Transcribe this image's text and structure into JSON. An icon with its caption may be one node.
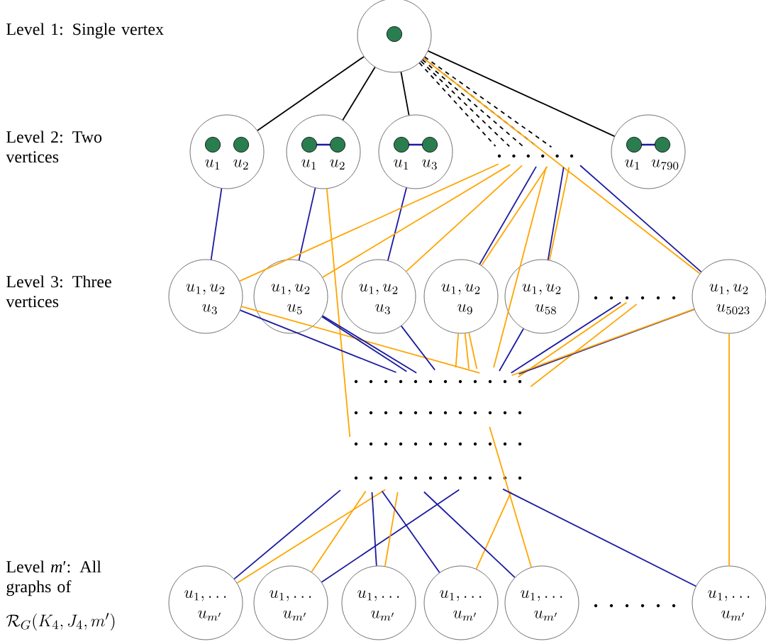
{
  "diagram": {
    "nodes": [
      {
        "text": [],
        "shape": "circle"
      },
      {
        "text": [
          "u_1",
          "u_2"
        ]
      },
      {
        "text": [
          "u_1",
          "u_2"
        ]
      },
      {
        "text": [
          "u_1",
          "u_3"
        ]
      },
      {
        "text": [
          "u_1",
          "u_{790}"
        ]
      },
      {
        "text": [
          "u_1, u_2",
          "u_3"
        ]
      },
      {
        "text": [
          "u_1, u_2",
          "u_5"
        ]
      },
      {
        "text": [
          "u_1, u_2",
          "u_3"
        ]
      },
      {
        "text": [
          "u_1, u_2",
          "u_9"
        ]
      },
      {
        "text": [
          "u_1, u_2",
          "u_{58}"
        ]
      },
      {
        "text": [
          "u_1, u_2",
          "u_{5023}"
        ]
      },
      {
        "text": [
          "u_1, \\dots",
          "u_{m'}"
        ]
      },
      {
        "text": [
          "u_1, \\dots",
          "u_{m'}"
        ]
      },
      {
        "text": [
          "u_1, \\dots",
          "u_{m'}"
        ]
      },
      {
        "text": [
          "u_1, \\dots",
          "u_{m'}"
        ]
      },
      {
        "text": [
          "u_1, \\dots",
          "u_{m'}"
        ]
      },
      {
        "text": [
          "u_1, \\dots",
          "u_{m'}"
        ]
      }
    ],
    "edges": [
      {
        "from": 0,
        "to": 1,
        "arrow": "none",
        "color": "#000000"
      },
      {
        "from": 0,
        "to": 2,
        "arrow": "none",
        "color": "#000000"
      },
      {
        "from": 0,
        "to": 3,
        "arrow": "none",
        "color": "#000000"
      },
      {
        "from": 0,
        "to": 4,
        "arrow": "none",
        "color": "#000000"
      },
      {
        "from": 0,
        "to": null,
        "arrow": "none",
        "style": "dashed",
        "color": "#000000"
      },
      {
        "from": 0,
        "to": null,
        "arrow": "none",
        "style": "dashed",
        "color": "#000000"
      },
      {
        "from": 0,
        "to": null,
        "arrow": "none",
        "style": "dashed",
        "color": "#000000"
      },
      {
        "from": 0,
        "to": null,
        "arrow": "none",
        "style": "dashed",
        "color": "#000000"
      },
      {
        "from": 0,
        "to": null,
        "arrow": "none",
        "style": "dashed",
        "color": "#000000"
      },
      {
        "from": 0,
        "to": 10,
        "arrow": "none",
        "color": "#ffa500"
      },
      {
        "from": 1,
        "to": 5,
        "arrow": "none",
        "color": "#1a1aa0"
      },
      {
        "from": 2,
        "to": 6,
        "arrow": "none",
        "color": "#1a1aa0"
      },
      {
        "from": 3,
        "to": 7,
        "arrow": "none",
        "color": "#1a1aa0"
      },
      {
        "from": null,
        "to": 5,
        "arrow": "none",
        "color": "#ffa500"
      },
      {
        "from": null,
        "to": 6,
        "arrow": "none",
        "color": "#ffa500"
      },
      {
        "from": null,
        "to": 7,
        "arrow": "none",
        "color": "#ffa500"
      },
      {
        "from": null,
        "to": 8,
        "arrow": "none",
        "color": "#1a1aa0"
      },
      {
        "from": null,
        "to": 8,
        "arrow": "none",
        "color": "#ffa500"
      },
      {
        "from": null,
        "to": 9,
        "arrow": "none",
        "color": "#1a1aa0"
      },
      {
        "from": null,
        "to": 9,
        "arrow": "none",
        "color": "#ffa500"
      },
      {
        "from": null,
        "to": 10,
        "arrow": "none",
        "color": "#1a1aa0"
      },
      {
        "from": 2,
        "to": null,
        "arrow": "none",
        "color": "#ffa500"
      },
      {
        "from": 5,
        "to": null,
        "arrow": "none",
        "color": "#1a1aa0"
      },
      {
        "from": 5,
        "to": null,
        "arrow": "none",
        "color": "#ffa500"
      },
      {
        "from": 6,
        "to": null,
        "arrow": "none",
        "color": "#1a1aa0"
      },
      {
        "from": 6,
        "to": null,
        "arrow": "none",
        "color": "#1a1aa0"
      },
      {
        "from": 7,
        "to": null,
        "arrow": "none",
        "color": "#1a1aa0"
      },
      {
        "from": 8,
        "to": null,
        "arrow": "none",
        "color": "#ffa500"
      },
      {
        "from": 8,
        "to": null,
        "arrow": "none",
        "color": "#ffa500"
      },
      {
        "from": 8,
        "to": null,
        "arrow": "none",
        "color": "#ffa500"
      },
      {
        "from": 9,
        "to": null,
        "arrow": "none",
        "color": "#1a1aa0"
      },
      {
        "from": 10,
        "to": null,
        "arrow": "none",
        "color": "#1a1aa0"
      },
      {
        "from": 10,
        "to": null,
        "arrow": "none",
        "color": "#ffa500"
      },
      {
        "from": 10,
        "to": 16,
        "arrow": "none",
        "color": "#ffa500"
      },
      {
        "from": null,
        "to": 11,
        "arrow": "none",
        "color": "#1a1aa0"
      },
      {
        "from": null,
        "to": 11,
        "arrow": "none",
        "color": "#ffa500"
      },
      {
        "from": null,
        "to": 12,
        "arrow": "none",
        "color": "#ffa500"
      },
      {
        "from": null,
        "to": 12,
        "arrow": "none",
        "color": "#1a1aa0"
      },
      {
        "from": null,
        "to": 13,
        "arrow": "none",
        "color": "#1a1aa0"
      },
      {
        "from": null,
        "to": 13,
        "arrow": "none",
        "color": "#ffa500"
      },
      {
        "from": null,
        "to": 14,
        "arrow": "none",
        "color": "#1a1aa0"
      },
      {
        "from": null,
        "to": 14,
        "arrow": "none",
        "color": "#ffa500"
      },
      {
        "from": null,
        "to": 15,
        "arrow": "none",
        "color": "#1a1aa0"
      },
      {
        "from": null,
        "to": 15,
        "arrow": "none",
        "color": "#ffa500"
      },
      {
        "from": null,
        "to": 16,
        "arrow": "none",
        "color": "#1a1aa0"
      }
    ],
    "labels": [
      "Level 1: Single vertex",
      "Level 2: Two vertices",
      "Level 3: Three vertices",
      "Level *m*′: All graphs of",
      "\\mathcal{R}_G(K_4, J_4, m')"
    ]
  }
}
